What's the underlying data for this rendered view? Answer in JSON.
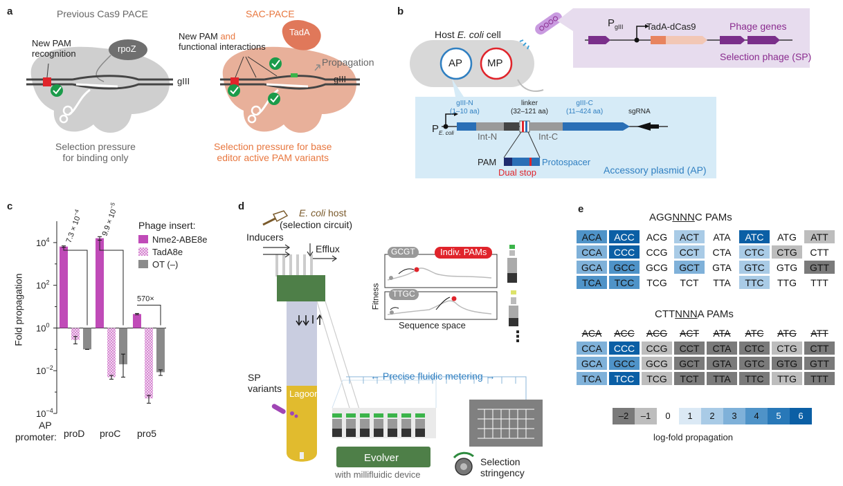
{
  "panels": {
    "a": {
      "letter": "a",
      "left": {
        "title": "Previous Cas9 PACE",
        "new_pam": "New PAM\nrecognition",
        "rpoz": "rpoZ",
        "giii": "gIII",
        "caption": "Selection pressure\nfor binding only"
      },
      "right": {
        "title": "SAC-PACE",
        "new_pam_prefix": "New PAM ",
        "new_pam_and": "and",
        "new_pam_line2": "functional interactions",
        "tada": "TadA",
        "propagation": "Propagation",
        "giii": "gIII",
        "caption": "Selection pressure for base\neditor active PAM variants"
      }
    },
    "b": {
      "letter": "b",
      "host": "Host E. coli cell",
      "host_prefix": "Host ",
      "host_species": "E. coli",
      "host_suffix": " cell",
      "ap": "AP",
      "mp": "MP",
      "sp_promoter_main": "P",
      "sp_promoter_sub": "gIII",
      "sp_gene": "TadA-dCas9",
      "sp_phage_genes": "Phage genes",
      "sp_title": "Selection phage (SP)",
      "ap_promoter_main": "P",
      "ap_promoter_sub": "E. coli",
      "giii_n": "gIII-N",
      "giii_n_range": "(1–10 aa)",
      "linker": "linker",
      "linker_range": "(32–121 aa)",
      "giii_c": "gIII-C",
      "giii_c_range": "(11–424 aa)",
      "sgrna": "sgRNA",
      "int_n": "Int-N",
      "int_c": "Int-C",
      "pam": "PAM",
      "protospacer": "Protospacer",
      "dual_stop": "Dual stop",
      "ap_title": "Accessory plasmid (AP)"
    },
    "c": {
      "letter": "c",
      "ylabel": "Fold propagation",
      "legend_title": "Phage insert:",
      "ap_label": "AP",
      "promoter_label": "promoter:",
      "annotations": [
        "7.3 × 10",
        "9.9 × 10",
        "570×"
      ],
      "annotation_exps": [
        "−4",
        "−5",
        ""
      ]
    },
    "d": {
      "letter": "d",
      "host_species": "E. coli",
      "host_suffix": " host",
      "circuit": "(selection circuit)",
      "inducers": "Inducers",
      "efflux": "Efflux",
      "gcgt": "GCGT",
      "ttgc": "TTGC",
      "indiv_pams": "Indiv. PAMs",
      "fitness": "Fitness",
      "sequence_space": "Sequence space",
      "sp_variants": "SP\nvariants",
      "lagoon": "Lagoon",
      "metering": "←  Precise fluidic metering  →",
      "evolver": "Evolver",
      "millifluidic": "with millifluidic device",
      "stringency": "Selection\nstringency",
      "ellipsis": "⋮"
    },
    "e": {
      "letter": "e",
      "title1_pre": "AGG",
      "title1_u": "NNN",
      "title1_post": "C PAMs",
      "title2_pre": "CTT",
      "title2_u": "NNN",
      "title2_post": "A PAMs",
      "scale_label": "log-fold propagation"
    }
  },
  "chart_data": {
    "type": "bar",
    "categories": [
      "proD",
      "proC",
      "pro5"
    ],
    "yscale": "log",
    "ylim": [
      0.0001,
      100000
    ],
    "yticks": [
      "10^-4",
      "10^-2",
      "10^0",
      "10^2",
      "10^4"
    ],
    "ylabel": "Fold propagation",
    "legend_placement": "top-right",
    "series": [
      {
        "name": "Nme2-ABE8e",
        "color": "#c04bb8",
        "pattern": "solid",
        "values": [
          6500,
          16000,
          4.5
        ],
        "err_low": [
          6000,
          13000,
          4.2
        ],
        "err_high": [
          7000,
          19000,
          4.8
        ]
      },
      {
        "name": "TadA8e",
        "color": "#e2a9df",
        "pattern": "hatched",
        "values": [
          0.28,
          0.005,
          0.0005
        ],
        "err_low": [
          0.18,
          0.004,
          0.0003
        ],
        "err_high": [
          0.4,
          0.006,
          0.0007
        ]
      },
      {
        "name": "OT (–)",
        "color": "#8a8a8a",
        "pattern": "solid",
        "values": [
          0.1,
          0.02,
          0.0085
        ],
        "err_low": [
          0.1,
          0.005,
          0.006
        ],
        "err_high": [
          0.1,
          0.06,
          0.011
        ]
      }
    ],
    "annotations": [
      "7.3 × 10^−4",
      "9.9 × 10^−5",
      "570×"
    ]
  },
  "pam_grid_1": {
    "rows": [
      [
        "ACA",
        "ACC",
        "ACG",
        "ACT",
        "ATA",
        "ATC",
        "ATG",
        "ATT"
      ],
      [
        "CCA",
        "CCC",
        "CCG",
        "CCT",
        "CTA",
        "CTC",
        "CTG",
        "CTT"
      ],
      [
        "GCA",
        "GCC",
        "GCG",
        "GCT",
        "GTA",
        "GTC",
        "GTG",
        "GTT"
      ],
      [
        "TCA",
        "TCC",
        "TCG",
        "TCT",
        "TTA",
        "TTC",
        "TTG",
        "TTT"
      ]
    ],
    "levels": [
      [
        4,
        6,
        0,
        2,
        0,
        6,
        0,
        -1
      ],
      [
        3,
        6,
        0,
        2,
        0,
        2,
        -1,
        0
      ],
      [
        3,
        4,
        0,
        3,
        0,
        2,
        0,
        -2
      ],
      [
        4,
        4,
        0,
        0,
        0,
        2,
        0,
        0
      ]
    ]
  },
  "pam_grid_2": {
    "rows": [
      [
        "ACA",
        "ACC",
        "ACG",
        "ACT",
        "ATA",
        "ATC",
        "ATG",
        "ATT"
      ],
      [
        "CCA",
        "CCC",
        "CCG",
        "CCT",
        "CTA",
        "CTC",
        "CTG",
        "CTT"
      ],
      [
        "GCA",
        "GCC",
        "GCG",
        "GCT",
        "GTA",
        "GTC",
        "GTG",
        "GTT"
      ],
      [
        "TCA",
        "TCC",
        "TCG",
        "TCT",
        "TTA",
        "TTC",
        "TTG",
        "TTT"
      ]
    ],
    "struck_row": 0,
    "levels": [
      [
        0,
        0,
        0,
        0,
        0,
        0,
        0,
        0
      ],
      [
        3,
        6,
        -1,
        -2,
        -2,
        -2,
        -1,
        -2
      ],
      [
        3,
        4,
        -1,
        -2,
        -2,
        -2,
        -2,
        -2
      ],
      [
        3,
        6,
        -1,
        -2,
        -2,
        -2,
        -1,
        -2
      ]
    ]
  },
  "scale": {
    "values": [
      "–2",
      "–1",
      "0",
      "1",
      "2",
      "3",
      "4",
      "5",
      "6"
    ],
    "colors": [
      "#7a7a7a",
      "#bdbdbd",
      "#ffffff",
      "#dbe9f5",
      "#a9cbe6",
      "#7fb1d9",
      "#4f93c8",
      "#2878b8",
      "#0b5fa5"
    ]
  }
}
